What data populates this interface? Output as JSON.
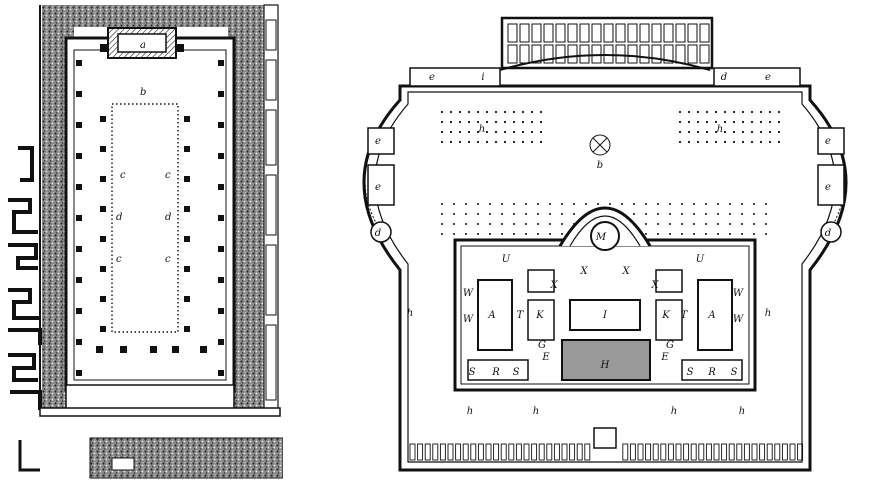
{
  "figures": [
    {
      "id": "left",
      "labels": [
        {
          "text": "a"
        },
        {
          "text": "b"
        },
        {
          "text": "c"
        },
        {
          "text": "c"
        },
        {
          "text": "d"
        },
        {
          "text": "d"
        },
        {
          "text": "c"
        },
        {
          "text": "c"
        }
      ]
    },
    {
      "id": "right",
      "labels": [
        {
          "text": "e"
        },
        {
          "text": "i"
        },
        {
          "text": "d"
        },
        {
          "text": "e"
        },
        {
          "text": "h"
        },
        {
          "text": "h"
        },
        {
          "text": "h"
        },
        {
          "text": "h"
        },
        {
          "text": "e"
        },
        {
          "text": "e"
        },
        {
          "text": "d"
        },
        {
          "text": "e"
        },
        {
          "text": "e"
        },
        {
          "text": "d"
        },
        {
          "text": "b"
        },
        {
          "text": "M"
        },
        {
          "text": "U"
        },
        {
          "text": "U"
        },
        {
          "text": "X"
        },
        {
          "text": "X"
        },
        {
          "text": "X"
        },
        {
          "text": "X"
        },
        {
          "text": "A"
        },
        {
          "text": "A"
        },
        {
          "text": "T"
        },
        {
          "text": "T"
        },
        {
          "text": "K"
        },
        {
          "text": "K"
        },
        {
          "text": "I"
        },
        {
          "text": "W"
        },
        {
          "text": "W"
        },
        {
          "text": "W"
        },
        {
          "text": "W"
        },
        {
          "text": "G"
        },
        {
          "text": "G"
        },
        {
          "text": "E"
        },
        {
          "text": "E"
        },
        {
          "text": "H"
        },
        {
          "text": "S"
        },
        {
          "text": "R"
        },
        {
          "text": "S"
        },
        {
          "text": "S"
        },
        {
          "text": "R"
        },
        {
          "text": "S"
        },
        {
          "text": "h"
        },
        {
          "text": "h"
        },
        {
          "text": "h"
        },
        {
          "text": "h"
        }
      ]
    }
  ]
}
